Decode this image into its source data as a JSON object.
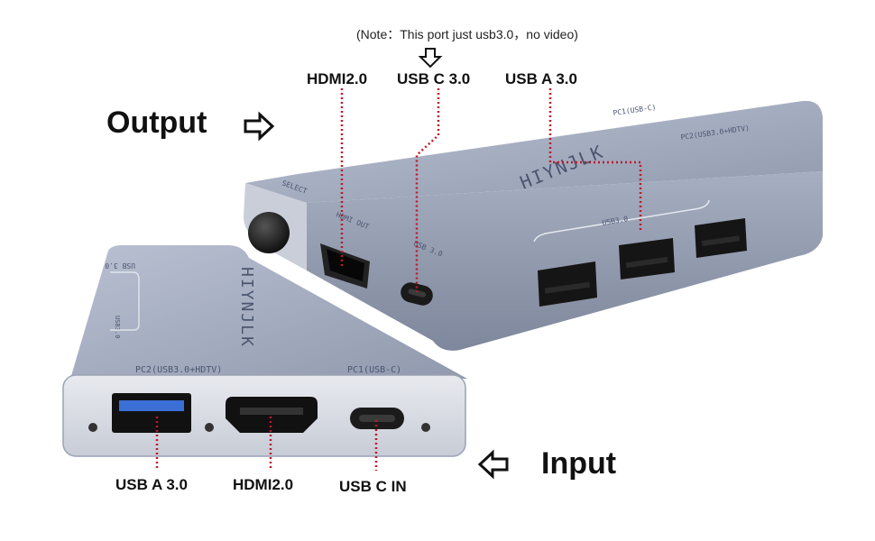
{
  "note": "(Note：This port just usb3.0，no video)",
  "output_section": {
    "title": "Output",
    "ports": {
      "hdmi": "HDMI2.0",
      "usb_c": "USB C 3.0",
      "usb_a": "USB A 3.0"
    }
  },
  "input_section": {
    "title": "Input",
    "ports": {
      "usb_a": "USB A 3.0",
      "hdmi": "HDMI2.0",
      "usb_c": "USB C IN"
    }
  },
  "device_engravings": {
    "brand": "HIYNJLK",
    "select": "SELECT",
    "hdmi_out": "HDMI OUT",
    "usb3_side": "USB 3.0",
    "usb3_top_back": "USB3.0",
    "pc1_side": "PC1(USB-C)",
    "pc2_side": "PC2(USB3.0+HDTV)",
    "pc2_front": "PC2(USB3.0+HDTV)",
    "pc1_front": "PC1(USB-C)",
    "usb3_top_front": "USB 3.0",
    "usb3_small_front": "USB3.0"
  },
  "colors": {
    "housing": "#9fa8bd",
    "housing_dark": "#7f899e",
    "port_black": "#151515",
    "usb_blue": "#3b6fd6",
    "leader_line": "#c0182a"
  }
}
